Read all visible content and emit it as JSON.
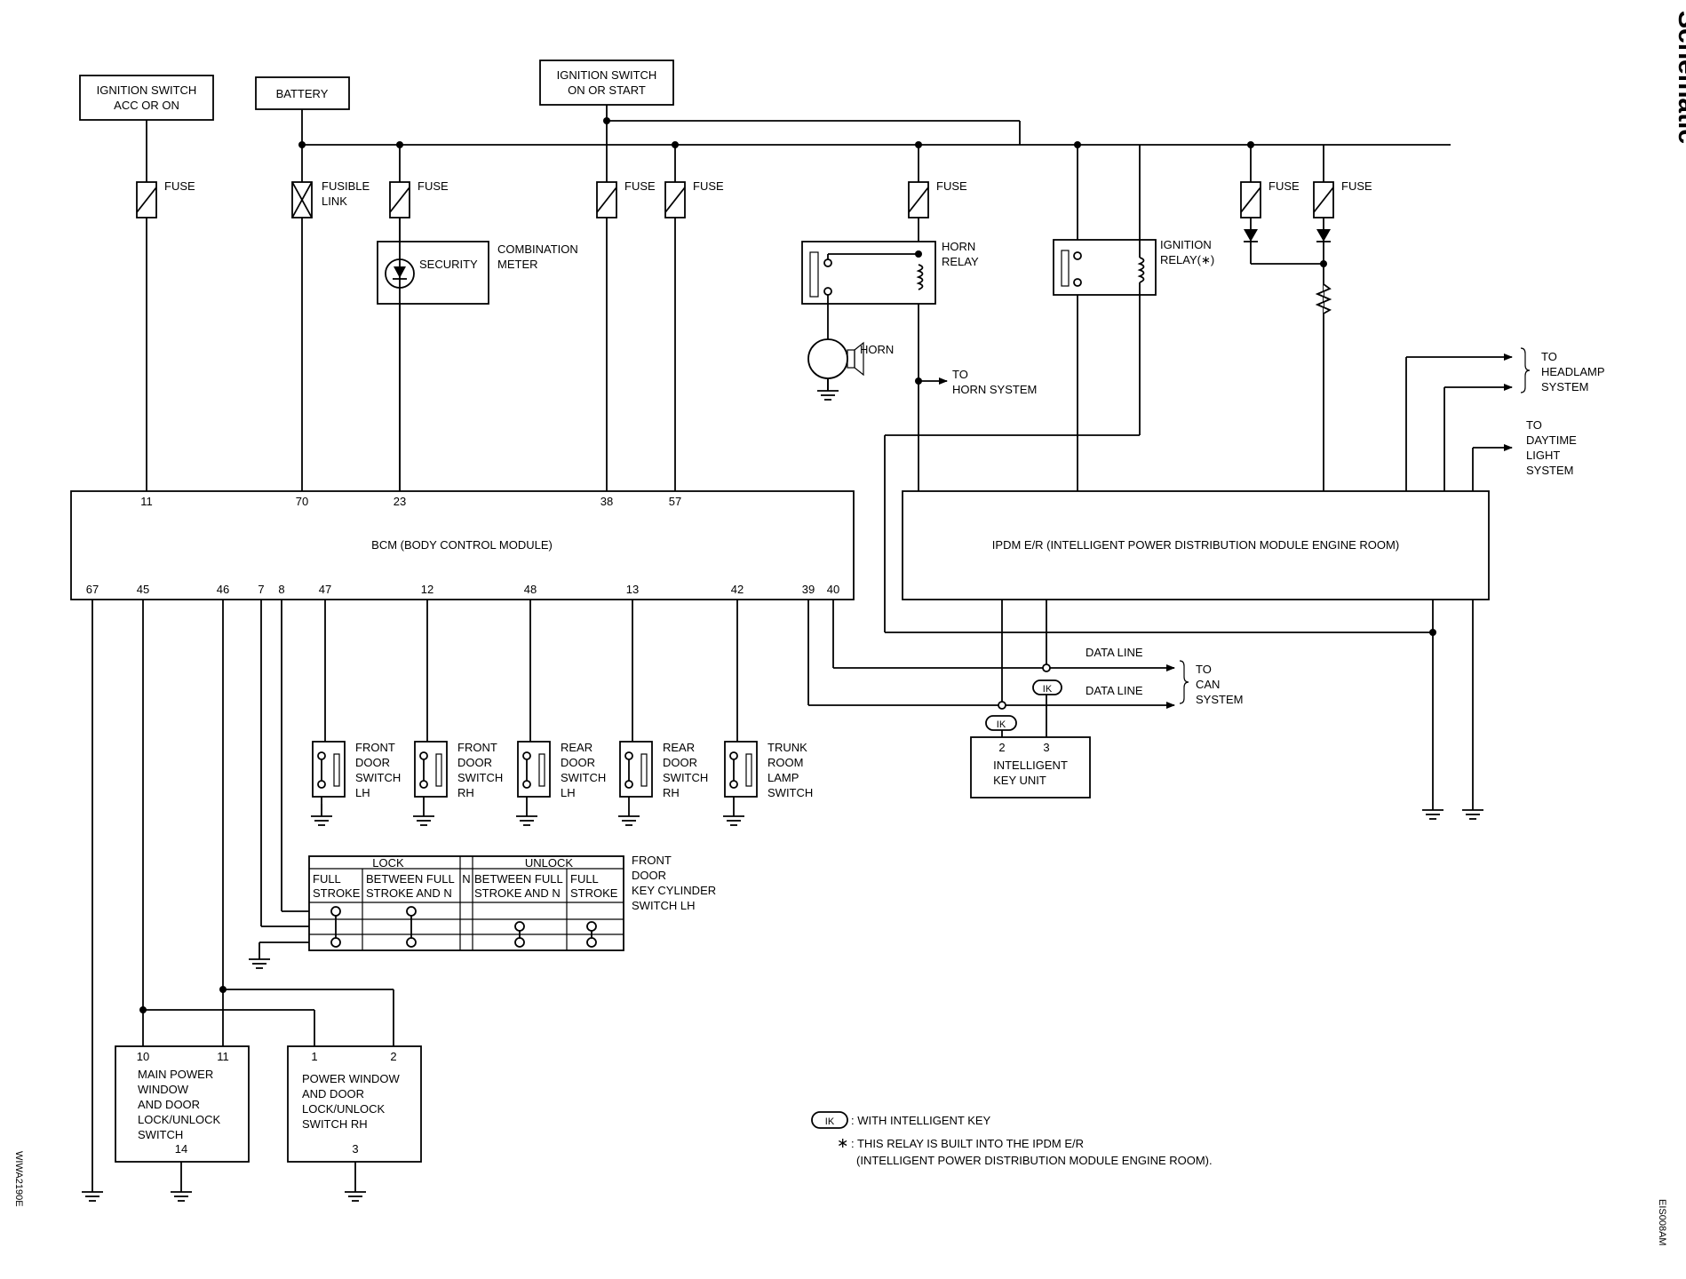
{
  "page": {
    "title": "Schematic",
    "code_left": "WIWA2190E",
    "code_right": "EIS008AM"
  },
  "sources": {
    "ign_acc": [
      "IGNITION SWITCH",
      "ACC OR ON"
    ],
    "battery": "BATTERY",
    "ign_on": [
      "IGNITION SWITCH",
      "ON OR START"
    ]
  },
  "fuse_label": "FUSE",
  "fusible_link": [
    "FUSIBLE",
    "LINK"
  ],
  "combination_meter": {
    "inner": "SECURITY",
    "label": [
      "COMBINATION",
      "METER"
    ]
  },
  "horn_relay": [
    "HORN",
    "RELAY"
  ],
  "horn": "HORN",
  "to_horn": [
    "TO",
    "HORN SYSTEM"
  ],
  "ignition_relay": [
    "IGNITION",
    "RELAY(∗)"
  ],
  "to_headlamp": [
    "TO",
    "HEADLAMP",
    "SYSTEM"
  ],
  "to_daytime": [
    "TO",
    "DAYTIME",
    "LIGHT",
    "SYSTEM"
  ],
  "bcm": {
    "label": "BCM (BODY CONTROL MODULE)",
    "top_pins": [
      "11",
      "70",
      "23",
      "38",
      "57"
    ],
    "bottom_pins": [
      "67",
      "45",
      "46",
      "7",
      "8",
      "47",
      "12",
      "48",
      "13",
      "42",
      "39",
      "40"
    ]
  },
  "ipdm": {
    "label": "IPDM E/R (INTELLIGENT POWER DISTRIBUTION MODULE ENGINE ROOM)"
  },
  "data_line": "DATA LINE",
  "to_can": [
    "TO",
    "CAN",
    "SYSTEM"
  ],
  "ik": "IK",
  "intelligent_key": {
    "pins": [
      "2",
      "3"
    ],
    "label": [
      "INTELLIGENT",
      "KEY  UNIT"
    ]
  },
  "door_switches": [
    [
      "FRONT",
      "DOOR",
      "SWITCH",
      "LH"
    ],
    [
      "FRONT",
      "DOOR",
      "SWITCH",
      "RH"
    ],
    [
      "REAR",
      "DOOR",
      "SWITCH",
      "LH"
    ],
    [
      "REAR",
      "DOOR",
      "SWITCH",
      "RH"
    ],
    [
      "TRUNK",
      "ROOM",
      "LAMP",
      "SWITCH"
    ]
  ],
  "key_cylinder": {
    "label": [
      "FRONT",
      "DOOR",
      "KEY CYLINDER",
      "SWITCH LH"
    ],
    "lock": "LOCK",
    "unlock": "UNLOCK",
    "n": "N",
    "full_stroke": [
      "FULL",
      "STROKE"
    ],
    "between_lock": [
      "BETWEEN FULL",
      "STROKE AND N"
    ],
    "between_unlock": [
      "BETWEEN FULL",
      "STROKE AND N"
    ]
  },
  "main_switch": {
    "pins": [
      "10",
      "11",
      "14"
    ],
    "label": [
      "MAIN POWER",
      "WINDOW",
      "AND DOOR",
      "LOCK/UNLOCK",
      "SWITCH"
    ]
  },
  "rh_switch": {
    "pins": [
      "1",
      "2",
      "3"
    ],
    "label": [
      "POWER WINDOW",
      "AND DOOR",
      "LOCK/UNLOCK",
      "SWITCH RH"
    ]
  },
  "legend": {
    "ik_note": ": WITH INTELLIGENT KEY",
    "star": "∗",
    "relay_note": [
      ": THIS RELAY IS BUILT INTO THE IPDM E/R",
      "(INTELLIGENT POWER DISTRIBUTION MODULE ENGINE ROOM)."
    ]
  }
}
